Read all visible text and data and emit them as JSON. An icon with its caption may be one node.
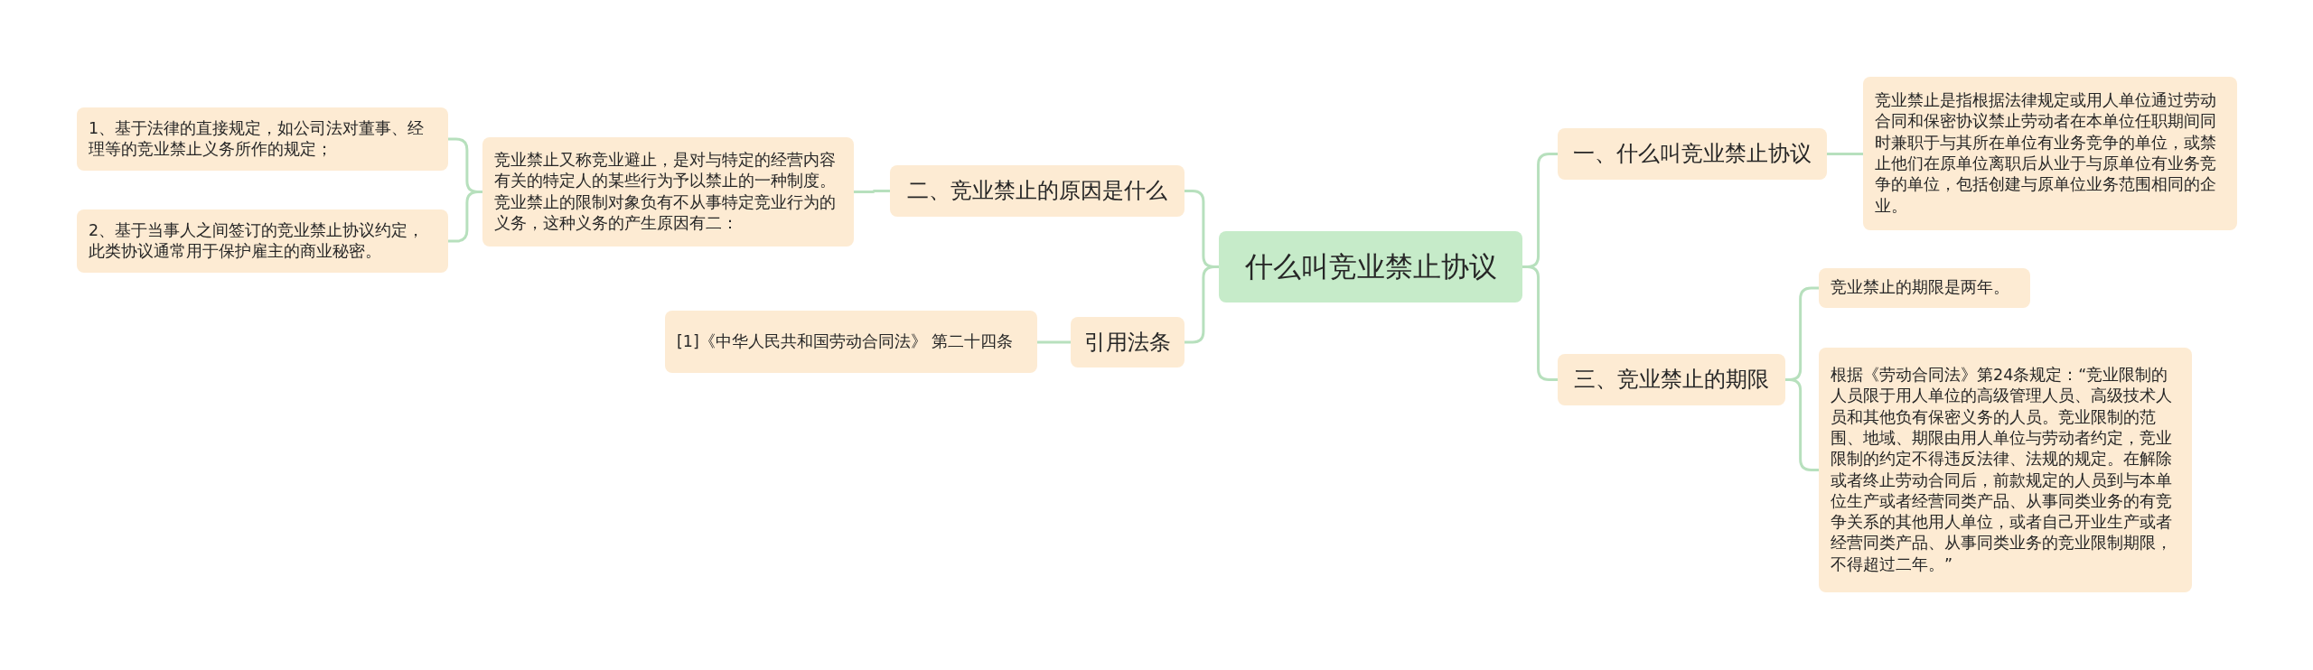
{
  "diagram": {
    "nodes": [
      {
        "text": [
          "什么叫竞业禁止协议"
        ]
      },
      {
        "text": [
          "一、什么叫竞业禁止协议"
        ]
      },
      {
        "text": [
          "竞业禁止是指根据法律规定或用人单位通过劳动合同和保密协议禁止劳动者在本单位任职期间同时兼职于与其所在单位有业务竞争的单位，或禁止他们在原单位离职后从业于与原单位有业务竞争的单位，包括创建与原单位业务范围相同的企业。"
        ]
      },
      {
        "text": [
          "二、竞业禁止的原因是什么"
        ]
      },
      {
        "text": [
          "竞业禁止又称竞业避止，是对与特定的经营内容有关的特定人的某些行为予以禁止的一种制度。竞业禁止的限制对象负有不从事特定竞业行为的义务，这种义务的产生原因有二："
        ]
      },
      {
        "text": [
          "1、基于法律的直接规定，如公司法对董事、经理等的竞业禁止义务所作的规定；"
        ]
      },
      {
        "text": [
          "2、基于当事人之间签订的竞业禁止协议约定，此类协议通常用于保护雇主的商业秘密。"
        ]
      },
      {
        "text": [
          "引用法条"
        ]
      },
      {
        "text": [
          "[1]《中华人民共和国劳动合同法》 第二十四条"
        ]
      },
      {
        "text": [
          "三、竞业禁止的期限"
        ]
      },
      {
        "text": [
          "竞业禁止的期限是两年。"
        ]
      },
      {
        "text": [
          "根据《劳动合同法》第24条规定：“竞业限制的人员限于用人单位的高级管理人员、高级技术人员和其他负有保密义务的人员。竞业限制的范围、地域、期限由用人单位与劳动者约定，竞业限制的约定不得违反法律、法规的规定。在解除或者终止劳动合同后，前款规定的人员到与本单位生产或者经营同类产品、从事同类业务的有竞争关系的其他用人单位，或者自己开业生产或者经营同类产品、从事同类业务的竞业限制期限，不得超过二年。”"
        ]
      }
    ],
    "edges": [
      {
        "from": 0,
        "to": 1,
        "arrow": "none"
      },
      {
        "from": 1,
        "to": 2,
        "arrow": "none"
      },
      {
        "from": 0,
        "to": 3,
        "arrow": "none"
      },
      {
        "from": 3,
        "to": 4,
        "arrow": "none"
      },
      {
        "from": 4,
        "to": 5,
        "arrow": "none"
      },
      {
        "from": 4,
        "to": 6,
        "arrow": "none"
      },
      {
        "from": 0,
        "to": 7,
        "arrow": "none"
      },
      {
        "from": 7,
        "to": 8,
        "arrow": "none"
      },
      {
        "from": 0,
        "to": 9,
        "arrow": "none"
      },
      {
        "from": 9,
        "to": 10,
        "arrow": "none"
      },
      {
        "from": 9,
        "to": 11,
        "arrow": "none"
      }
    ]
  }
}
